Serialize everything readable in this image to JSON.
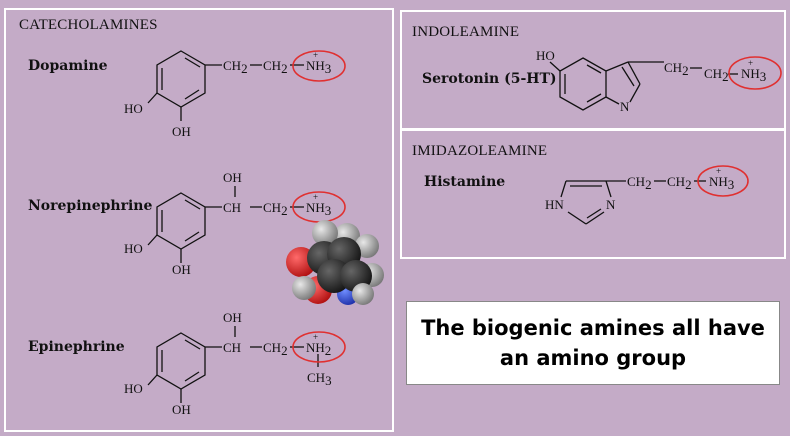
{
  "panels": {
    "catecholamines": {
      "header": "CATECHOLAMINES",
      "dopamine": "Dopamine",
      "norepinephrine": "Norepinephrine",
      "epinephrine": "Epinephrine"
    },
    "indoleamine": {
      "header": "INDOLEAMINE",
      "serotonin": "Serotonin (5-HT)"
    },
    "imidazoleamine": {
      "header": "IMIDAZOLEAMINE",
      "histamine": "Histamine"
    }
  },
  "groups": {
    "ho": "HO",
    "oh": "OH",
    "ch2": "CH",
    "ch3": "CH",
    "sub2": "2",
    "sub3": "3",
    "nh": "NH",
    "n": "N",
    "h": "H",
    "hn": "HN",
    "plus": "+"
  },
  "callout": {
    "line1": "The biogenic amines all have",
    "line2": "an amino group"
  },
  "colors": {
    "background": "#c4abc7",
    "amine_circle": "#e03030",
    "panel_border": "#ffffff"
  }
}
